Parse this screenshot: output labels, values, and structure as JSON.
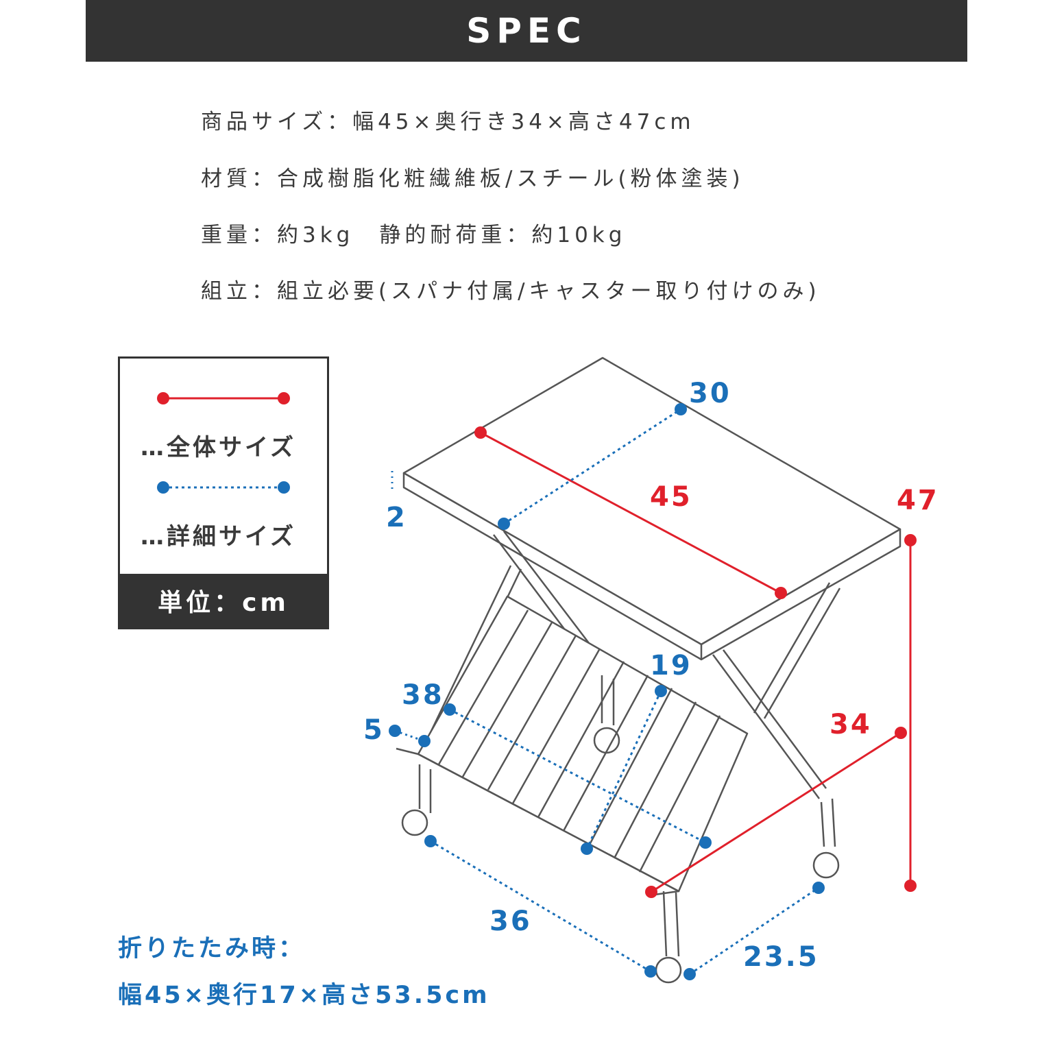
{
  "header": {
    "title": "SPEC"
  },
  "specs": [
    "商品サイズ：幅45×奥行き34×高さ47cm",
    "材質：合成樹脂化粧繊維板/スチール(粉体塗装)",
    "重量：約3kg　静的耐荷重：約10kg",
    "組立：組立必要(スパナ付属/キャスター取り付けのみ)"
  ],
  "legend": {
    "overall_label": "…全体サイズ",
    "detail_label": "…詳細サイズ",
    "unit_label": "単位：cm",
    "overall_color": "#e0202b",
    "detail_color": "#1a6fb8"
  },
  "dimensions": {
    "overall": {
      "width": "45",
      "height": "47",
      "depth": "34"
    },
    "detail": {
      "top_depth": "30",
      "top_thickness": "2",
      "rack_width": "38",
      "rack_depth": "19",
      "rack_lip": "5",
      "base_width": "36",
      "base_depth": "23.5"
    }
  },
  "folded": {
    "label": "折りたたみ時：",
    "size": "幅45×奥行17×高さ53.5cm"
  }
}
